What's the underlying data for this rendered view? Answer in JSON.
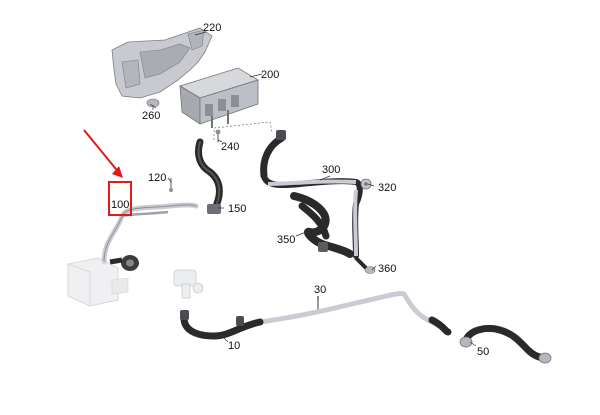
{
  "part_labels": {
    "p220": "220",
    "p200": "200",
    "p260": "260",
    "p240": "240",
    "p120": "120",
    "p100": "100",
    "p150": "150",
    "p300": "300",
    "p320": "320",
    "p350": "350",
    "p360": "360",
    "p30": "30",
    "p10": "10",
    "p50": "50"
  },
  "highlighted_part": "100",
  "colors": {
    "highlight": "#e01b1b",
    "hose_dark": "#2a2a2a",
    "line_light": "#c9ccd3",
    "part_grey": "#b9bcc2"
  }
}
